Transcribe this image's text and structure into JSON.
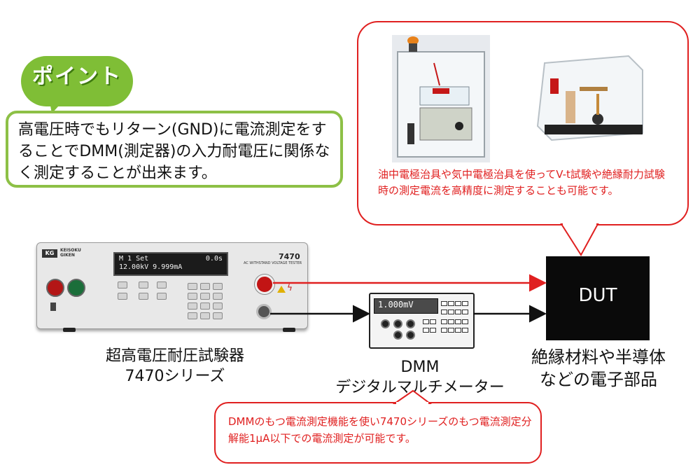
{
  "point": {
    "badge": "ポイント",
    "text": "高電圧時でもリターン(GND)に電流測定をすることでDMM(測定器)の入力耐電圧に関係なく測定することが出来ます。"
  },
  "top_callout": {
    "text": "油中電極治具や気中電極治具を使ってV-t試験や絶縁耐力試験時の測定電流を高精度に測定することも可能です。"
  },
  "bottom_callout": {
    "text": "DMMのもつ電流測定機能を使い7470シリーズのもつ電流測定分解能1μA以下での電流測定が可能です。"
  },
  "tester": {
    "logo": "KG",
    "brand_line1": "KEISOKU",
    "brand_line2": "GIKEN",
    "display_line1_left": "M 1 Set",
    "display_line1_right": "0.0s",
    "display_line2": "12.00kV 9.999mA",
    "model": "7470",
    "subtitle": "AC WITHSTAND VOLTAGE TESTER",
    "caption_line1": "超高電圧耐圧試験器",
    "caption_line2": "7470シリーズ"
  },
  "dmm": {
    "readout": "1.000mV",
    "caption_line1": "DMM",
    "caption_line2": "デジタルマルチメーター"
  },
  "dut": {
    "label": "DUT",
    "caption_line1": "絶縁材料や半導体",
    "caption_line2": "などの電子部品"
  },
  "colors": {
    "accent_red": "#e02020",
    "point_green": "#7fbe36"
  }
}
